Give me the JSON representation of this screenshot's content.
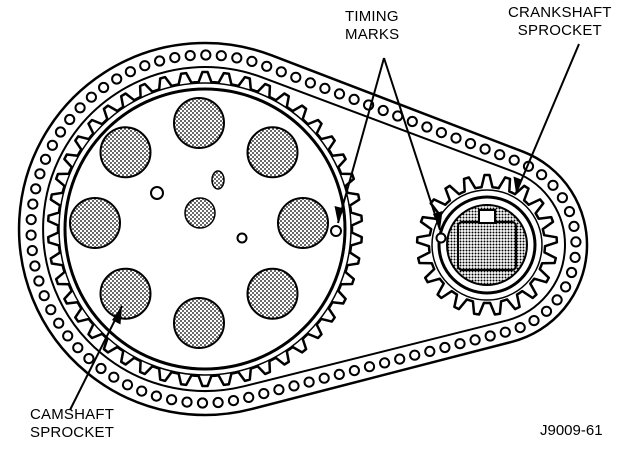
{
  "labels": {
    "timing_marks": [
      "TIMING",
      "MARKS"
    ],
    "crankshaft_sprocket": [
      "CRANKSHAFT",
      "SPROCKET"
    ],
    "camshaft_sprocket": [
      "CAMSHAFT",
      "SPROCKET"
    ]
  },
  "figure_code": "J9009-61",
  "colors": {
    "ink": "#000000",
    "paper": "#ffffff",
    "screen": "#8a8a8a"
  }
}
